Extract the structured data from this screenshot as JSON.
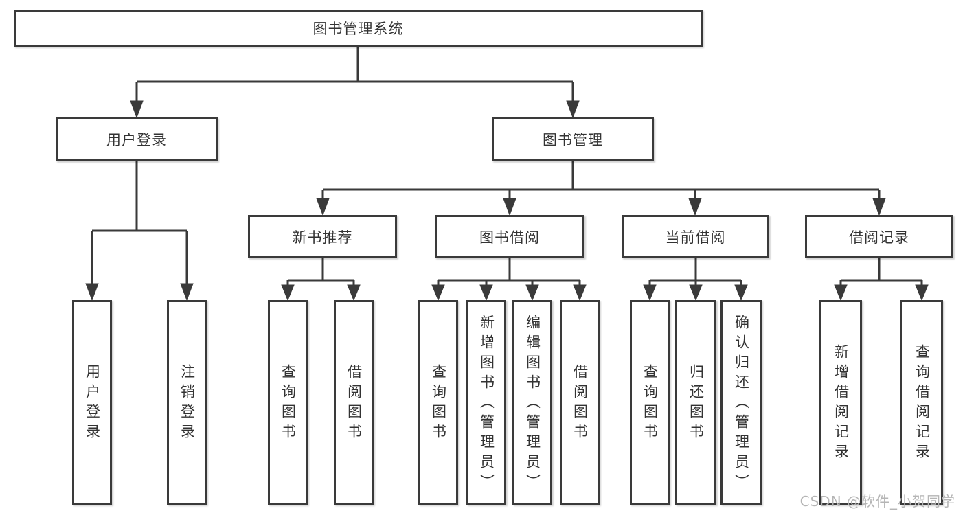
{
  "colors": {
    "line": "#3a3a3a",
    "text": "#333333",
    "watermark": "#b5b5b5",
    "bg": "#ffffff"
  },
  "watermark": {
    "text": "CSDN @软件_小贺同学"
  },
  "tree": {
    "root": {
      "label": "图书管理系统",
      "children": [
        {
          "label": "用户登录",
          "children": [
            {
              "label": "用户登录"
            },
            {
              "label": "注销登录"
            }
          ]
        },
        {
          "label": "图书管理",
          "children": [
            {
              "label": "新书推荐",
              "children": [
                {
                  "label": "查询图书"
                },
                {
                  "label": "借阅图书"
                }
              ]
            },
            {
              "label": "图书借阅",
              "children": [
                {
                  "label": "查询图书"
                },
                {
                  "label": "新增图书（管理员）"
                },
                {
                  "label": "编辑图书（管理员）"
                },
                {
                  "label": "借阅图书"
                }
              ]
            },
            {
              "label": "当前借阅",
              "children": [
                {
                  "label": "查询图书"
                },
                {
                  "label": "归还图书"
                },
                {
                  "label": "确认归还（管理员）"
                }
              ]
            },
            {
              "label": "借阅记录",
              "children": [
                {
                  "label": "新增借阅记录"
                },
                {
                  "label": "查询借阅记录"
                }
              ]
            }
          ]
        }
      ]
    }
  }
}
